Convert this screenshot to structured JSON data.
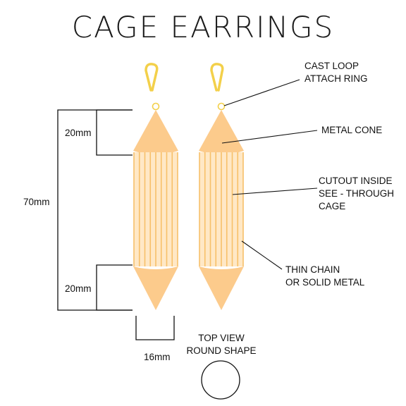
{
  "title": "CAGE EARRINGS",
  "colors": {
    "gold": "#F3D04A",
    "cone": "#FCCB8C",
    "cage_bg": "#FFE8C6",
    "cage_bars": "#F7C069",
    "line": "#111111"
  },
  "labels": {
    "cast_loop_line1": "CAST LOOP",
    "cast_loop_line2": "ATTACH RING",
    "metal_cone": "METAL CONE",
    "cutout_line1": "CUTOUT INSIDE",
    "cutout_line2": "SEE - THROUGH",
    "cutout_line3": "CAGE",
    "thin_chain_line1": "THIN CHAIN",
    "thin_chain_line2": "OR SOLID METAL",
    "top_view_line1": "TOP VIEW",
    "top_view_line2": "ROUND SHAPE"
  },
  "dimensions": {
    "total_length": "70mm",
    "top_cone": "20mm",
    "bottom_cone": "20mm",
    "width": "16mm"
  },
  "icons": [
    "earring-hook-icon",
    "top-view-circle-icon"
  ]
}
